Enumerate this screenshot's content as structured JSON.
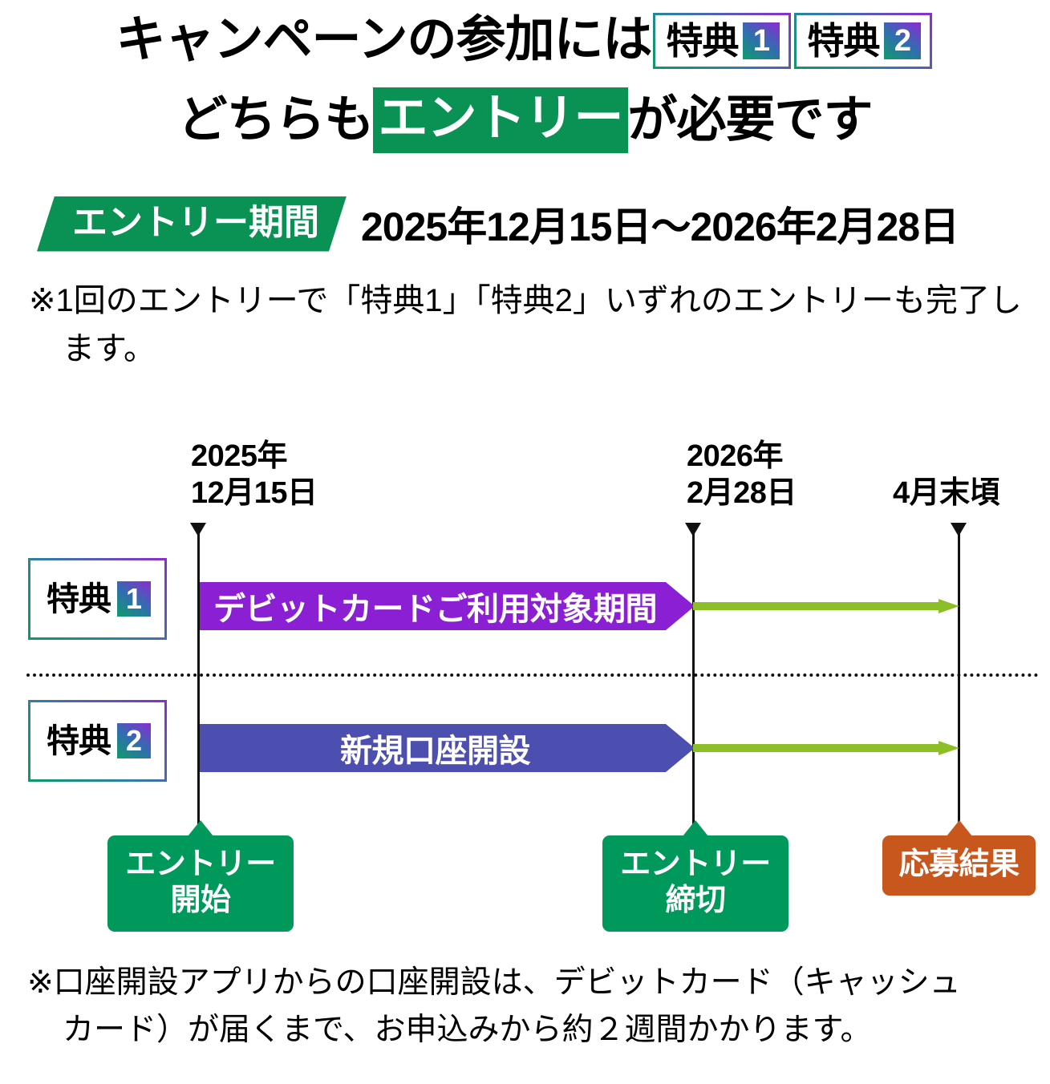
{
  "headline": {
    "line1_prefix": "キャンペーンの参加には",
    "benefit_chips": [
      {
        "word": "特典",
        "num": "1"
      },
      {
        "word": "特典",
        "num": "2"
      }
    ],
    "line2_prefix": "どちらも",
    "line2_highlight": "エントリー",
    "line2_suffix": "が必要です"
  },
  "entry_period": {
    "badge_label": "エントリー期間",
    "value": "2025年12月15日〜2026年2月28日"
  },
  "note_top": {
    "line1": "※1回のエントリーで「特典1」「特典2」いずれのエントリーも完了し",
    "line2": "ます。"
  },
  "timeline": {
    "dates": [
      {
        "id": "start",
        "text": "2025年\n12月15日"
      },
      {
        "id": "deadline",
        "text": "2026年\n2月28日"
      },
      {
        "id": "result",
        "text": "4月末頃"
      }
    ],
    "rows": [
      {
        "badge_word": "特典",
        "badge_num": "1",
        "bar_label": "デビットカードご利用対象期間",
        "bar_color": "#8b1fd4",
        "arrow_color": "#8cbe28"
      },
      {
        "badge_word": "特典",
        "badge_num": "2",
        "bar_label": "新規口座開設",
        "bar_color": "#4d4fb0",
        "arrow_color": "#8cbe28"
      }
    ],
    "callouts": [
      {
        "id": "entry-start",
        "line1": "エントリー",
        "line2": "開始",
        "color": "#00995c"
      },
      {
        "id": "entry-deadline",
        "line1": "エントリー",
        "line2": "締切",
        "color": "#00995c"
      },
      {
        "id": "result",
        "line1": "応募結果",
        "line2": "",
        "color": "#c8571e"
      }
    ]
  },
  "note_bottom": {
    "line1": "※口座開設アプリからの口座開設は、デビットカード（キャッシュ",
    "line2": "カード）が届くまで、お申込みから約２週間かかります。"
  },
  "colors": {
    "brand_green": "#0a9255",
    "callout_green": "#00995c",
    "orange": "#c8571e",
    "purple_bar": "#8b1fd4",
    "indigo_bar": "#4d4fb0",
    "lime_arrow": "#8cbe28",
    "gradient_start": "#0f9c6a",
    "gradient_end": "#8d2bd3"
  }
}
